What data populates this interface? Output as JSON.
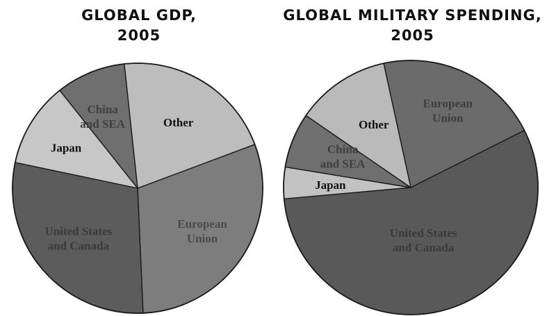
{
  "chart_data": [
    {
      "type": "pie",
      "title_lines": [
        "GLOBAL GDP,",
        "2005"
      ],
      "slices": [
        {
          "label_lines": [
            "European",
            "Union"
          ],
          "value": 30,
          "color": "#7d7d7d",
          "label_color": "#4a4a4a"
        },
        {
          "label_lines": [
            "United States",
            "and Canada"
          ],
          "value": 29,
          "color": "#5c5c5c",
          "label_color": "#3a3a3a"
        },
        {
          "label_lines": [
            "Japan"
          ],
          "value": 11,
          "color": "#c7c7c7",
          "label_color": "#111111"
        },
        {
          "label_lines": [
            "China",
            "and SEA"
          ],
          "value": 9,
          "color": "#6f6f6f",
          "label_color": "#3f3f3f"
        },
        {
          "label_lines": [
            "Other"
          ],
          "value": 21,
          "color": "#bdbdbd",
          "label_color": "#111111"
        }
      ]
    },
    {
      "type": "pie",
      "title_lines": [
        "GLOBAL MILITARY SPENDING,",
        "2005"
      ],
      "slices": [
        {
          "label_lines": [
            "European",
            "Union"
          ],
          "value": 21,
          "color": "#6b6b6b",
          "label_color": "#3d3d3d"
        },
        {
          "label_lines": [
            "United States",
            "and Canada"
          ],
          "value": 56,
          "color": "#595959",
          "label_color": "#3a3a3a"
        },
        {
          "label_lines": [
            "Japan"
          ],
          "value": 4,
          "color": "#c2c2c2",
          "label_color": "#111111"
        },
        {
          "label_lines": [
            "China",
            "and SEA"
          ],
          "value": 7,
          "color": "#6f6f6f",
          "label_color": "#3f3f3f"
        },
        {
          "label_lines": [
            "Other"
          ],
          "value": 12,
          "color": "#bababa",
          "label_color": "#111111"
        }
      ]
    }
  ]
}
